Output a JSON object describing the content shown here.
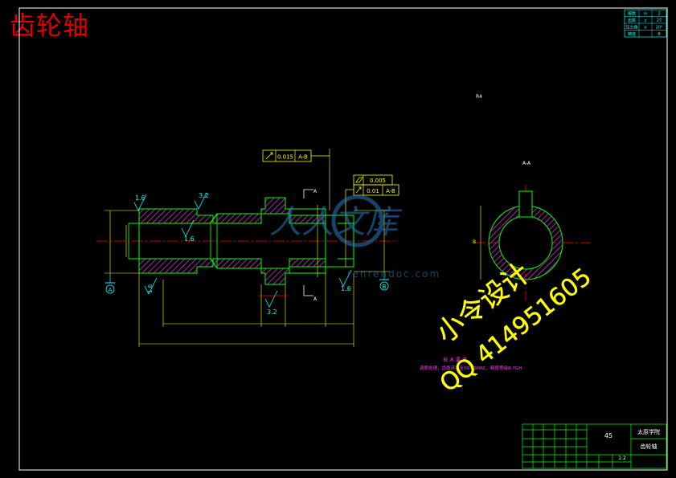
{
  "drawing_title": "齿轮轴",
  "colors": {
    "background": "#000000",
    "frame": "#ffffff",
    "outline": "#00ff00",
    "hatch": "#cc33cc",
    "dimension": "#ffff00",
    "annotation": "#00ffff",
    "centerline": "#ff0000",
    "title_red": "#e00000",
    "watermark": "#ffff00"
  },
  "roughness": {
    "r1": "1.6",
    "r2": "3.2",
    "r3": "1.6",
    "r4": "1.6",
    "r5": "1.6",
    "r6": "3.2"
  },
  "tolerances": {
    "runout_value": "0.015",
    "runout_datum": "A-B",
    "flat_value": "0.005",
    "round_value": "0.01",
    "round_datum": "A-B"
  },
  "datums": {
    "left": "A",
    "right": "B",
    "cut_top": "A",
    "cut_bottom": "A"
  },
  "section": {
    "label": "A-A",
    "dim_left": "B",
    "other_note": "R4"
  },
  "tech_req": {
    "heading": "技 术 要 求",
    "text": "调质处理，齿面淬火至58-63HRC，精度等级8-7GH"
  },
  "title_block": {
    "material": "45",
    "company": "太原学院",
    "part_name": "齿轮轴",
    "scale": "1:2"
  },
  "param_table": {
    "rows": [
      [
        "模数",
        "m",
        "2"
      ],
      [
        "齿数",
        "z",
        "27"
      ],
      [
        "压力角",
        "α",
        "20°"
      ],
      [
        "精度",
        "",
        "8"
      ]
    ]
  },
  "watermark": {
    "brand": "人人文库",
    "site": "renrendoc.com",
    "line1": "小令设计",
    "line2": "QQ 414951605"
  }
}
